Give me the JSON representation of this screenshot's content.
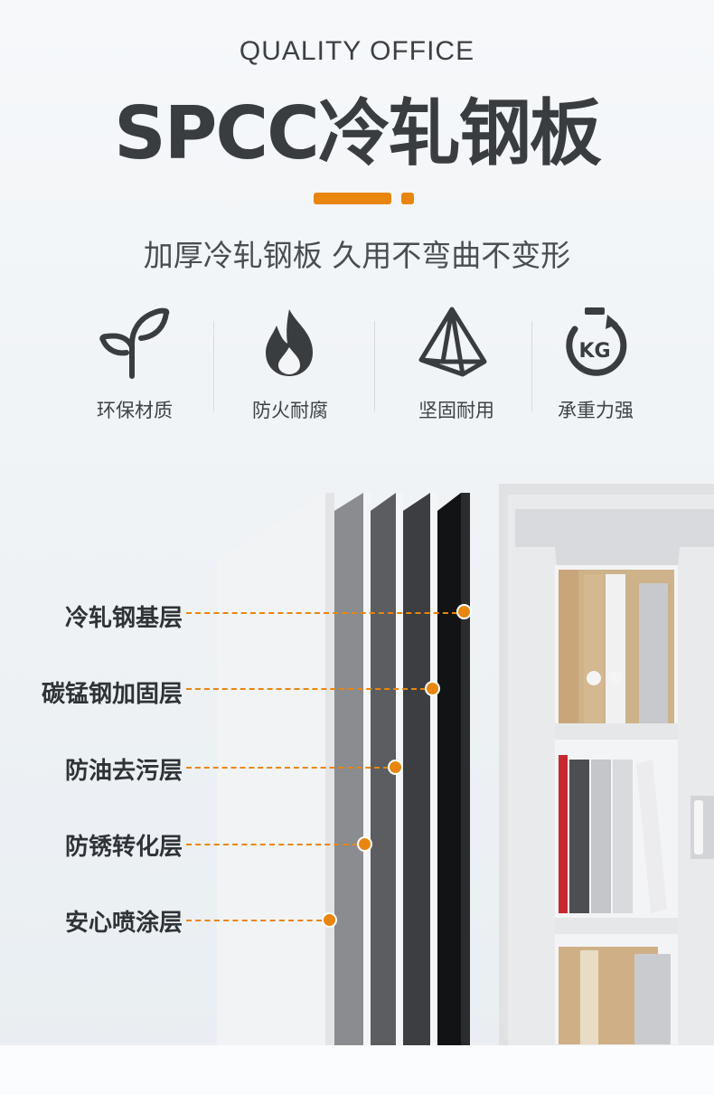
{
  "header": {
    "eyebrow": "QUALITY OFFICE",
    "title": "SPCC冷轧钢板",
    "subtitle": "加厚冷轧钢板 久用不弯曲不变形",
    "accent_color": "#e8860f"
  },
  "features": [
    {
      "icon": "leaf-sprout-icon",
      "label": "环保材质"
    },
    {
      "icon": "flame-icon",
      "label": "防火耐腐"
    },
    {
      "icon": "pyramid-icon",
      "label": "坚固耐用"
    },
    {
      "icon": "kg-weight-icon",
      "label": "承重力强",
      "icon_text": "KG"
    }
  ],
  "layers": [
    {
      "label": "冷轧钢基层"
    },
    {
      "label": "碳锰钢加固层"
    },
    {
      "label": "防油去污层"
    },
    {
      "label": "防锈转化层"
    },
    {
      "label": "安心喷涂层"
    }
  ],
  "colors": {
    "text_dark": "#3a3d40",
    "accent": "#e8860f",
    "panel_light": "#f1f2f3",
    "cabinet": "#e4e6e8"
  }
}
